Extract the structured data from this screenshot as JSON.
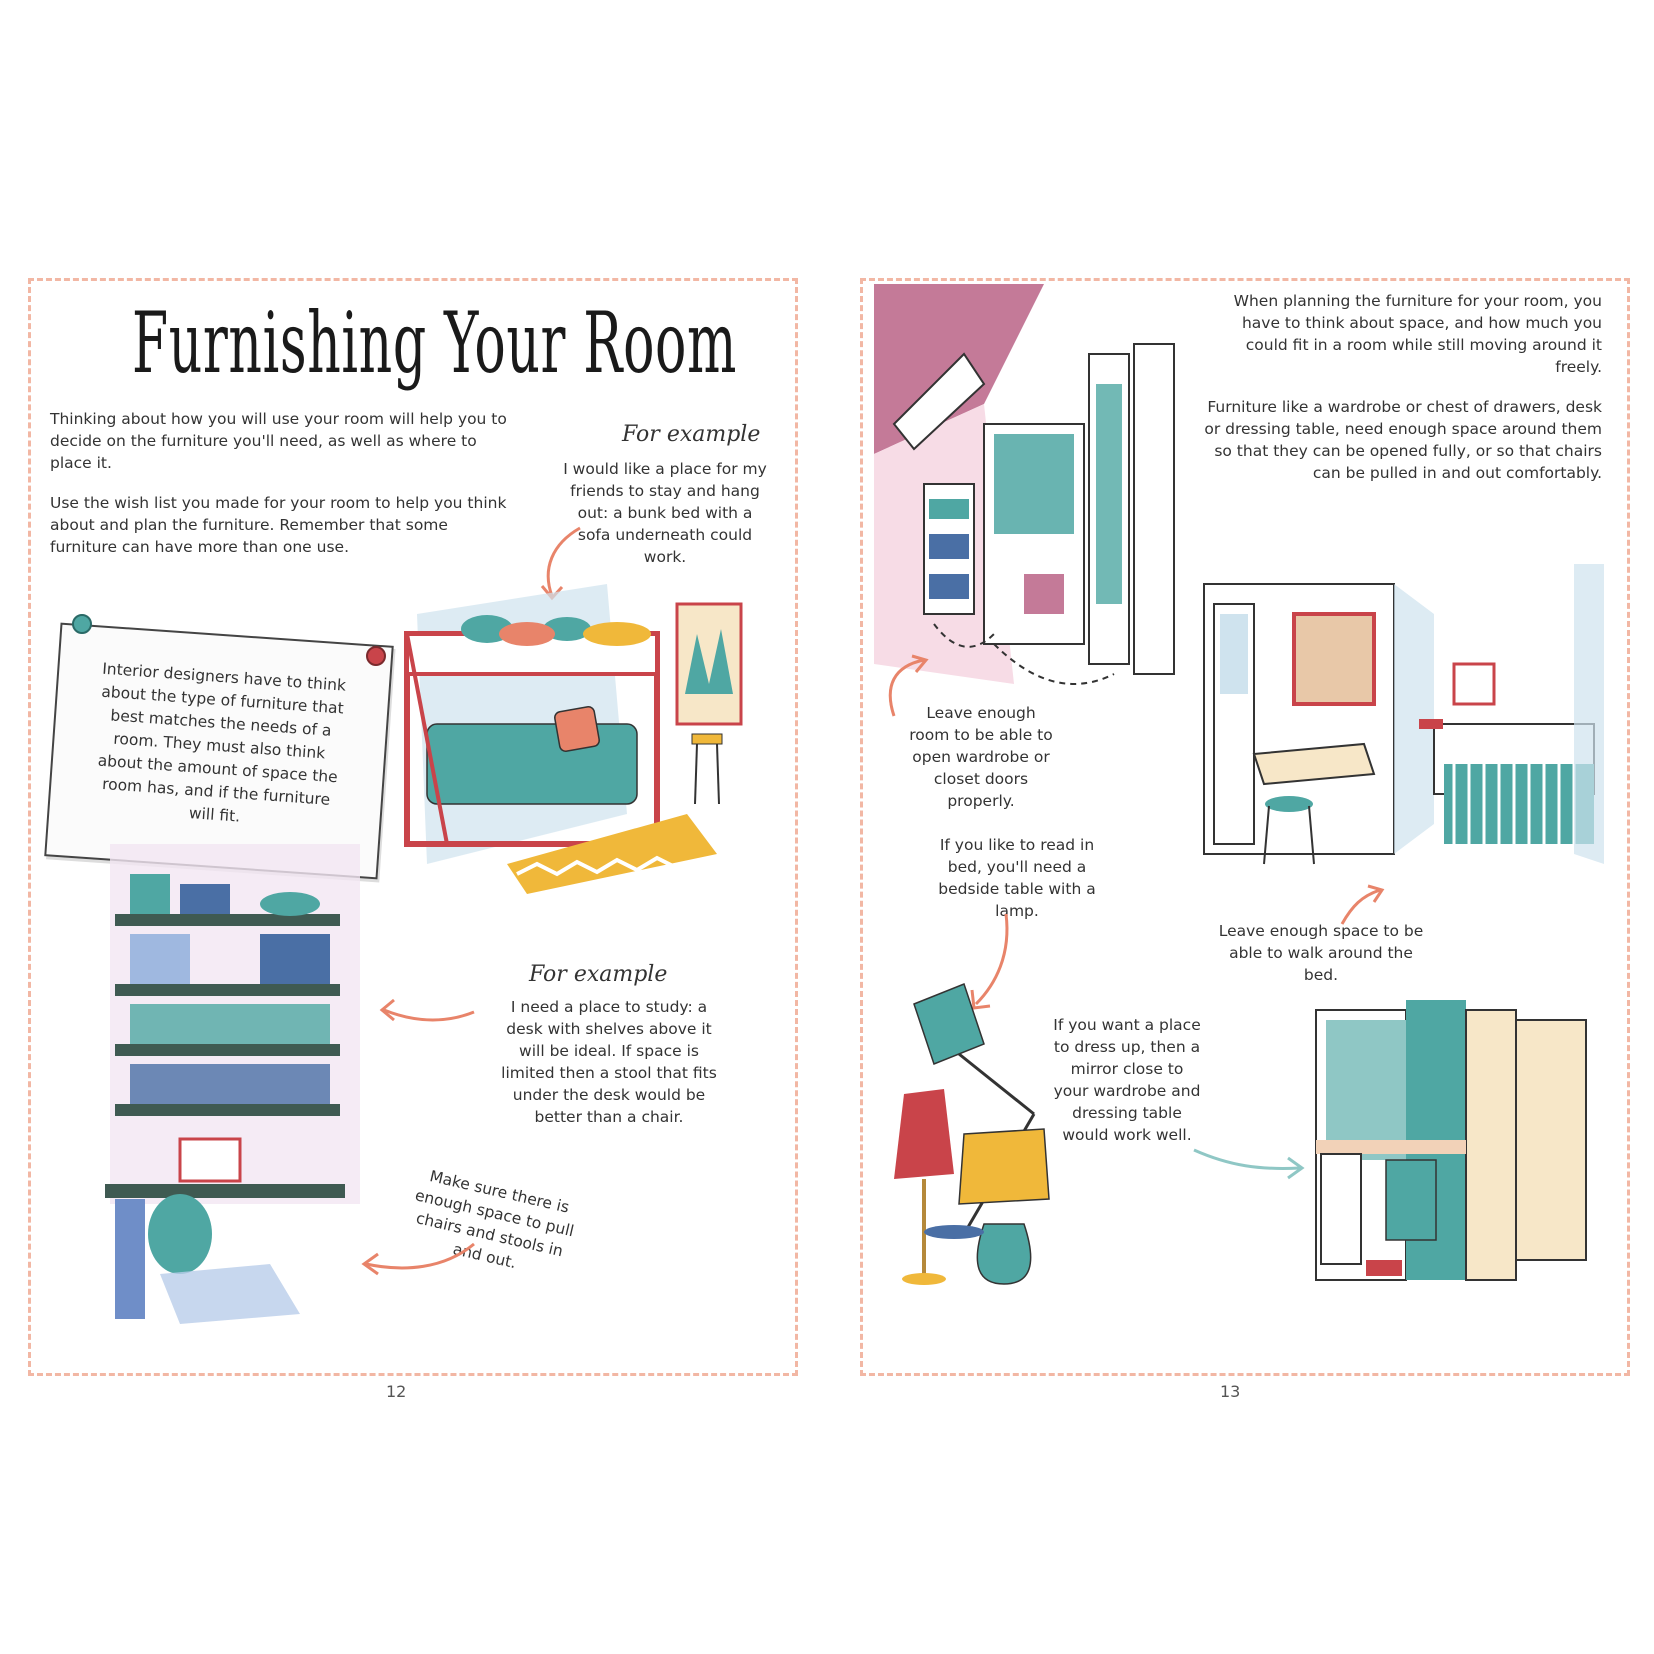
{
  "left_page": {
    "title": "Furnishing Your Room",
    "intro_1": "Thinking about how you will use your room will help you to decide on the furniture you'll need, as well as where to place it.",
    "intro_2": "Use the wish list you made for your room to help you think about and plan the furniture. Remember that some furniture can have more than one use.",
    "example_heading_1": "For example",
    "example_1": "I would like a place for my friends to stay and hang out: a bunk bed with a sofa underneath could work.",
    "note_card": "Interior designers have to think about the type of furniture that best matches the needs of a room. They must also think about the amount of space the room has, and if the furniture will fit.",
    "example_heading_2": "For example",
    "example_2": "I need a place to study: a desk with shelves above it will be ideal. If space is limited then a stool that fits under the desk would be better than a chair.",
    "tip": "Make sure there is enough space to pull chairs and stools in and out.",
    "page_number": "12"
  },
  "right_page": {
    "intro_1": "When planning the furniture for your room, you have to think about space, and how much you could fit in a room while still moving around it freely.",
    "intro_2": "Furniture like a wardrobe or chest of drawers, desk or dressing table, need enough space around them so that they can be opened fully, or so that chairs can be pulled in and out comfortably.",
    "tip_wardrobe": "Leave enough room to be able to open wardrobe or closet doors properly.",
    "tip_bedside": "If you like to read in bed, you'll need a bedside table with a lamp.",
    "tip_bed": "Leave enough space to be able to walk around the bed.",
    "tip_mirror": "If you want a place to dress up, then a mirror close to your wardrobe and dressing table would work well.",
    "page_number": "13"
  },
  "colors": {
    "teal": "#4fa7a3",
    "coral": "#e8846a",
    "mauve": "#c47a98",
    "mustard": "#f0b83a",
    "navy": "#4a6fa5",
    "red": "#c9444a"
  },
  "icons": [
    "pushpin-icon",
    "arrow-icon"
  ]
}
